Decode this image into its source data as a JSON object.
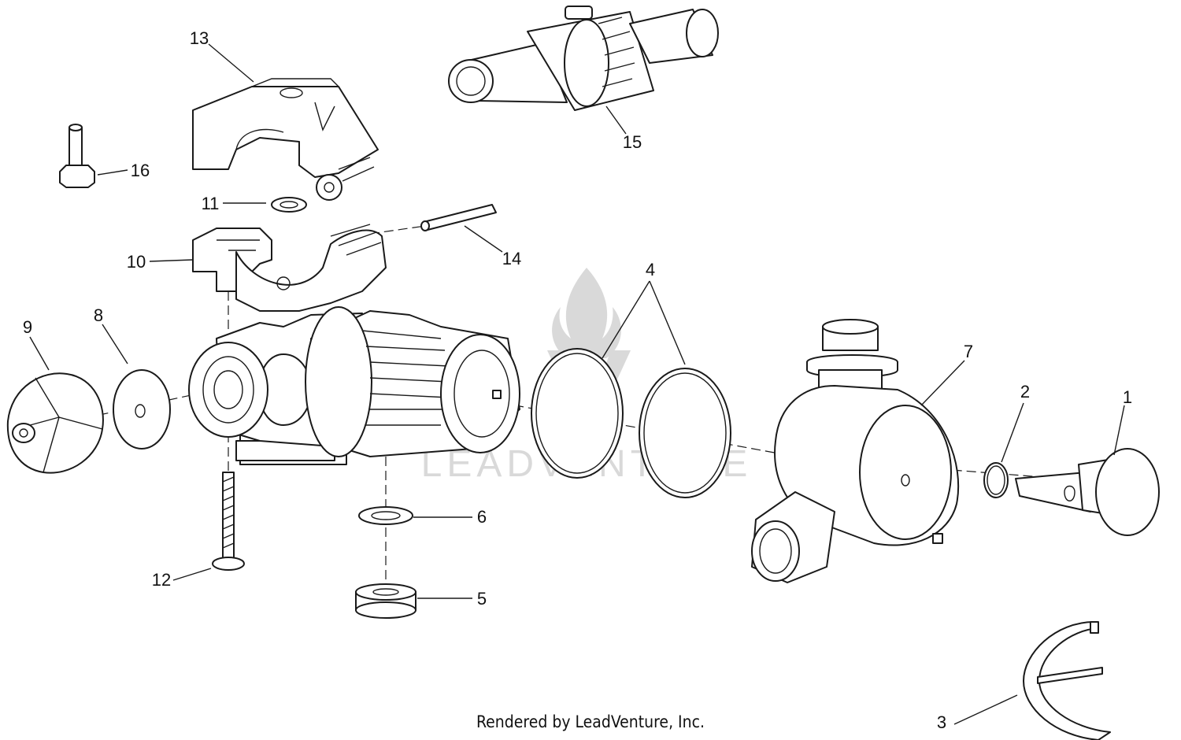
{
  "diagram": {
    "callouts": [
      "1",
      "2",
      "3",
      "4",
      "5",
      "6",
      "7",
      "8",
      "9",
      "10",
      "11",
      "12",
      "13",
      "14",
      "15",
      "16"
    ]
  },
  "watermark": {
    "text": "LEADVENTURE"
  },
  "footer": {
    "text": "Rendered by LeadVenture, Inc."
  }
}
